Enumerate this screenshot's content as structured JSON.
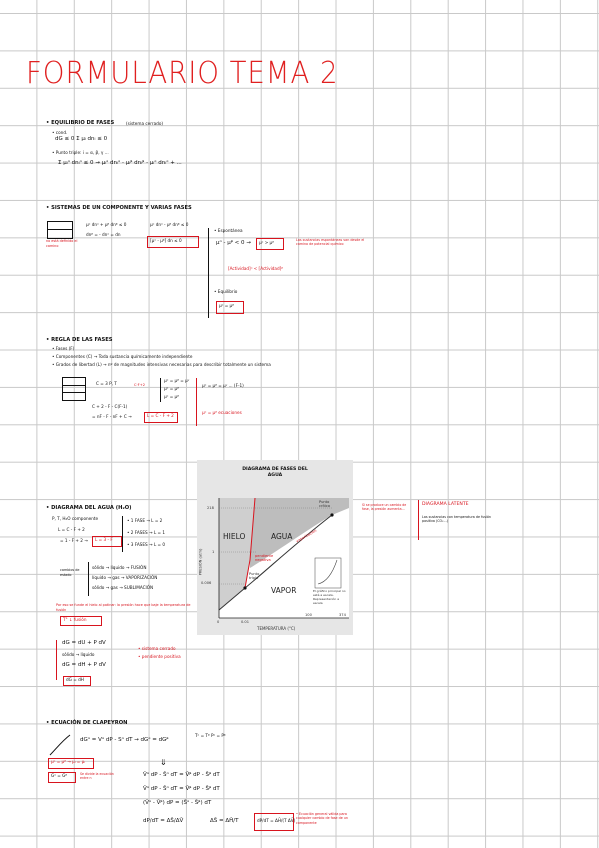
{
  "title": "FORMULARIO TEMA 2",
  "section1": {
    "heading": "• EQUILIBRIO DE FASES",
    "note": "(sistema cerrado)",
    "line1": "• cond.",
    "eq1": "dG ≤ 0     Σ μᵢ dnᵢ ≤ 0",
    "line2": "• Punto triple: i = α, β, γ ...",
    "eq2": "Σ μᵢᵅ dnᵢᵅ ≤ 0  →  μᵢᵅ dnᵢᵅ - μᵢᵝ dnᵢᵝ - μᵢᵅ dnᵢᵅ + ..."
  },
  "section2": {
    "heading": "• SISTEMAS DE UN COMPONENTE Y VARIAS FASES",
    "eq1": "μᵅ dnᵅ + μᵝ dnᵝ ≤ 0",
    "eq2": "dnᵝ = - dnᵅ = dn",
    "eq3": "μᵅ dnᵅ - μᵝ dnᵝ ≤ 0",
    "eq4": "[μᵅ - μᵝ] dn ≤ 0",
    "side_label": "no está definido el camino",
    "c1": "• Espontánea",
    "c1eq": "μᵅ - μᵝ < 0  →",
    "c1box": "μᵅ > μᵝ",
    "c1note": "Las sustancias espontáneas van desde el camino de potencial químico",
    "c2note": "[Actividad]ᵅ < [Actividad]ᵝ",
    "c3": "• Equilibrio",
    "c3box": "μᵅ = μᵝ"
  },
  "section3": {
    "heading": "• REGLA DE LAS FASES",
    "b1": "• Fases (F)",
    "b2": "• Componentes (C) → Toda sustancia químicamente independiente",
    "b3": "• Grados de libertad (L) → nº de magnitudes intensivas necesarias para describir totalmente un sistema",
    "g1": "C = 3  P, T",
    "eq1": "C·F+2",
    "eq2": "C + 2 - F - C(F-1)",
    "eq3": "= nF - F - nF + C  →",
    "box": "L = C - F + 2",
    "rel1": "μᵅ = μᵝ = μᵞ",
    "rel2": "μᵅ = μᵝ",
    "rel3": "μᵅ = μᵝ",
    "rn1": "ecuaciones",
    "rn2": "ecuaciones",
    "r1": "μᵅ = μᵝ = μᵞ ... (F-1)",
    "r2": "μᵅ = μᵝ   ecuaciones"
  },
  "section4": {
    "heading": "• DIAGRAMA DEL AGUA (H₂O)",
    "d1": "P, T, H₂O componente",
    "d2": "L = C - F + 2",
    "d3": "= 1 - F + 2 →",
    "d3box": "L = 3 - F",
    "f1": "• 1 FASE → L = 2",
    "f2": "• 2 FASES → L = 1",
    "f3": "• 3 FASES → L = 0",
    "cambios": "cambios de estado",
    "c1": "sólido → líquido → FUSIÓN",
    "c2": "líquido → gas → VAPORIZACIÓN",
    "c3": "sólido → gas → SUBLIMACIÓN",
    "red_note": "Por eso se funde el hielo al patinar: la presión hace que baje la temperatura de fusión",
    "red_box": "T° ↓ fusión",
    "clap1": "dG = dU + P dV",
    "clap2": "sólido → líquido",
    "clap3": "dG = dH + P dV",
    "clap_box": "dG = dH",
    "side1": "• sistema cerrado",
    "side2": "• pendiente positiva",
    "right1": "Si se produce un cambio de fase, la presión aumenta...",
    "right2": "DIAGRAMA LATENTE",
    "right3": "Las sustancias con temperatura de fusión positiva (CO₂...)"
  },
  "diagram": {
    "title_line1": "DIAGRAMA DE FASES DEL",
    "title_line2": "AGUA",
    "ylabel": "PRESIÓN (atm)",
    "xlabel": "TEMPERATURA (°C)",
    "yticks": [
      "218",
      "1",
      "0.006"
    ],
    "xticks": [
      "0",
      "0.01",
      "100",
      "374"
    ],
    "region_ice": "HIELO",
    "region_water": "AGUA",
    "region_vapor": "VAPOR",
    "pt_triple": "Punto triple",
    "pt_critico": "Punto crítico",
    "inset_text": "El gráfico principal no está a escala. Representación a escala",
    "annot1": "pendiente negativa",
    "annot2": "vaporización"
  },
  "section5": {
    "heading": "• ECUACIÓN DE CLAPEYRON",
    "eq1": "dGᵅ = Vᵅ dP - Sᵅ dT  →  dGᵅ = dGᵝ",
    "eq1b": "Tᵅ = Tᵝ  Pᵅ = Pᵝ",
    "eq2box": "μᵅ = μᵝ  →  μᵢ = μᵢ",
    "eq3box": "Gᵅ = Gᵝ",
    "eq3note": "Se divide la ecuación entre n",
    "eq4": "V̄ᵅ dP - S̄ᵅ dT = V̄ᵝ dP - S̄ᵝ dT",
    "eq5": "V̄ᵅ dP - S̄ᵅ dT = V̄ᵝ dP - S̄ᵝ dT",
    "eq6": "(V̄ᵅ - V̄ᵝ) dP = (S̄ᵅ - S̄ᵝ) dT",
    "eq7": "dP/dT = ΔS̄/ΔV̄",
    "eq7b": "ΔS̄ = ΔH̄/T",
    "eq7box": "dP/dT = ΔH̄/(T ΔV̄)",
    "note": "• Ecuación general válida para cualquier cambio de fase de un componente"
  },
  "colors": {
    "accent": "#d8141e",
    "grid": "#c9c9c9"
  }
}
